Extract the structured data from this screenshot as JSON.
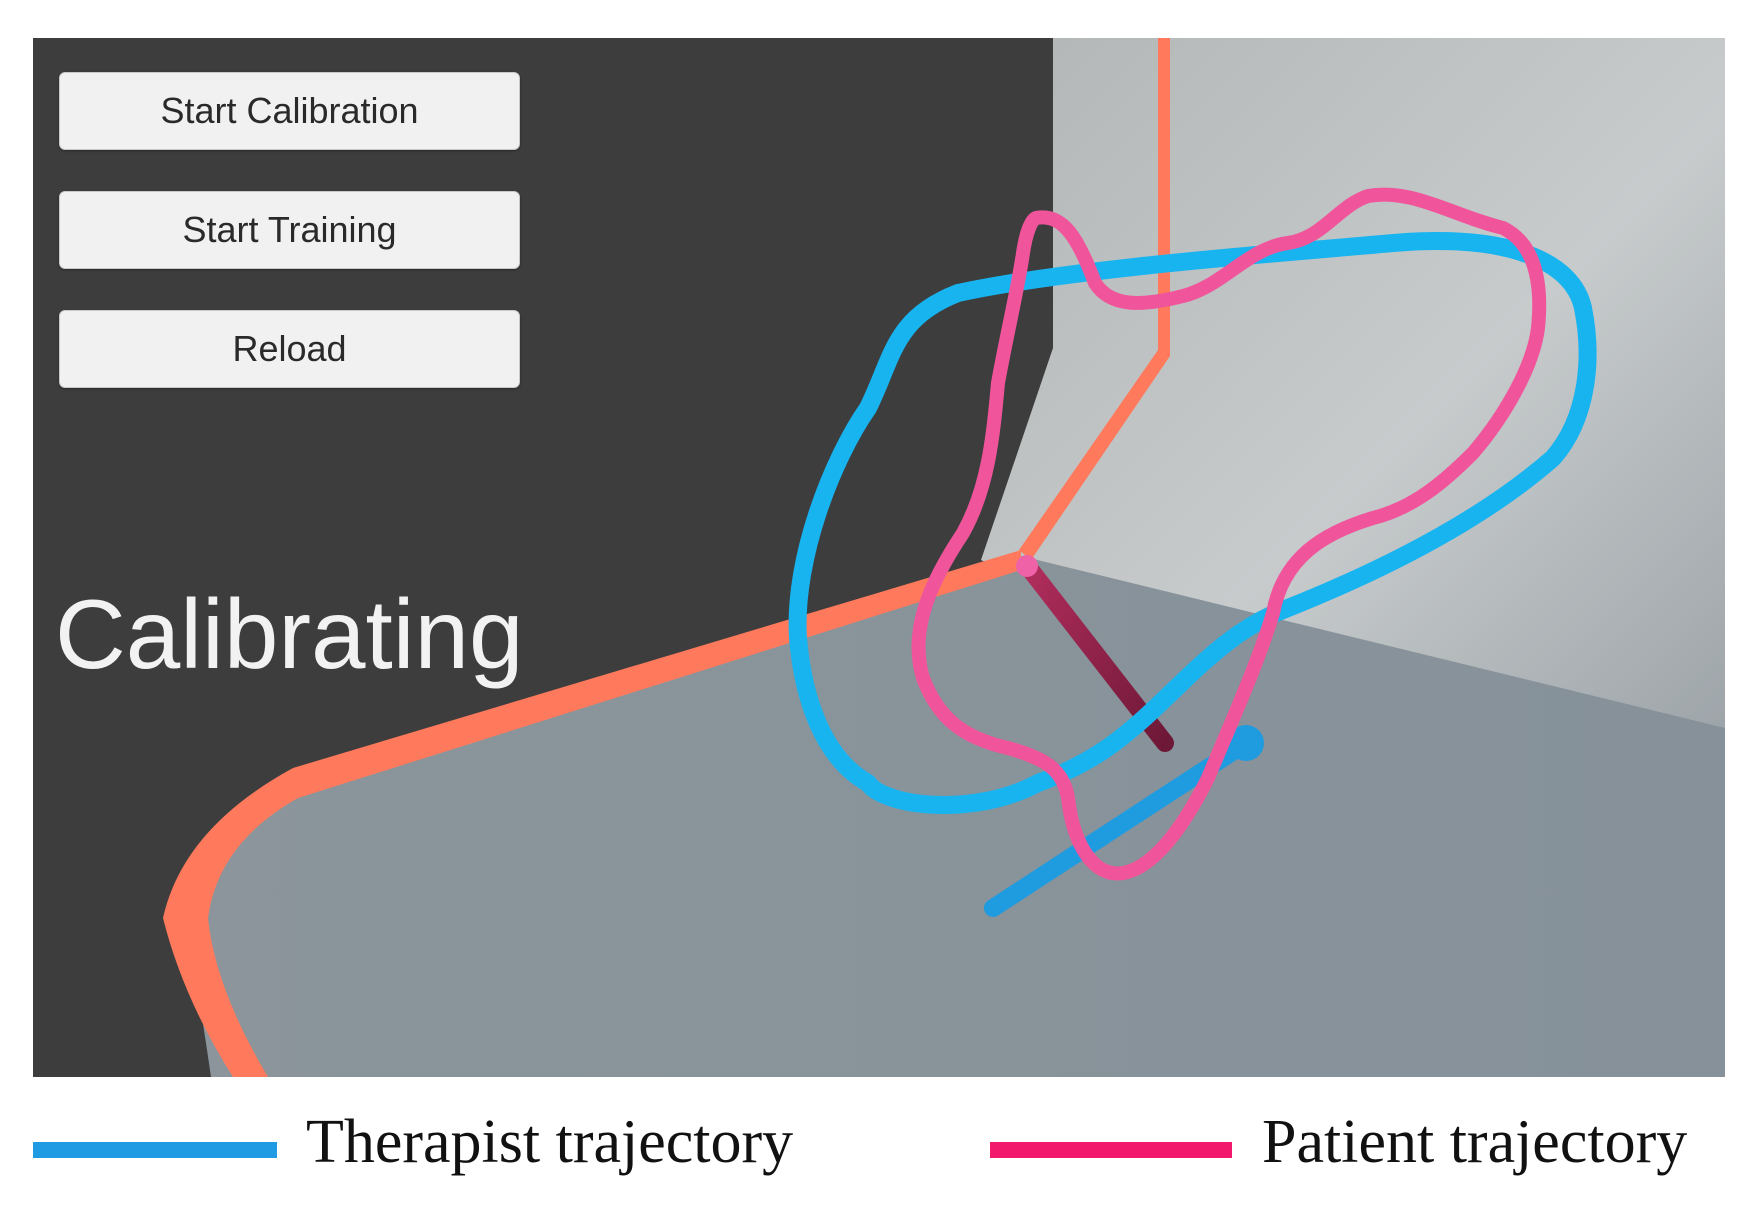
{
  "buttons": {
    "start_calibration": "Start Calibration",
    "start_training": "Start Training",
    "reload": "Reload"
  },
  "status": "Calibrating",
  "legend": [
    {
      "label": "Therapist trajectory",
      "color": "#1e9be3"
    },
    {
      "label": "Patient trajectory",
      "color": "#f2196c"
    }
  ],
  "colors": {
    "background_wall": "#3d3d3d",
    "right_wall": "#b5b8b8",
    "floor": "#8a949c",
    "wall_edge": "#ff7a5c",
    "therapist": "#18b4f0",
    "patient": "#f0559c",
    "pointer_shaft": "#8a2248"
  }
}
